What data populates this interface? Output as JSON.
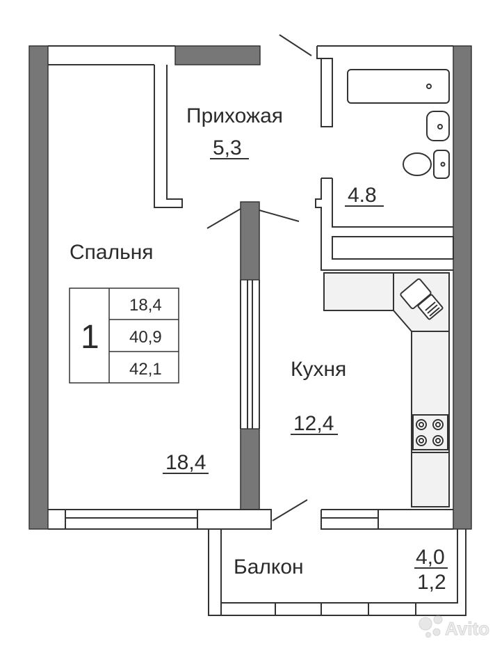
{
  "rooms": {
    "hallway": {
      "name": "Прихожая",
      "area": "5,3"
    },
    "bathroom": {
      "area": "4.8"
    },
    "bedroom": {
      "name": "Спальня",
      "area": "18,4"
    },
    "kitchen": {
      "name": "Кухня",
      "area": "12,4"
    },
    "balcony": {
      "name": "Балкон",
      "area": "4,0",
      "area_coef": "1,2"
    }
  },
  "summary": {
    "rooms_count": "1",
    "living_area": "18,4",
    "total_area": "40,9",
    "total_with_balcony": "42,1"
  },
  "watermark": "Avito",
  "colors": {
    "wall": "#777777",
    "line": "#333333",
    "fixture_fill": "#f2f2f2",
    "text": "#2b2b2b"
  }
}
